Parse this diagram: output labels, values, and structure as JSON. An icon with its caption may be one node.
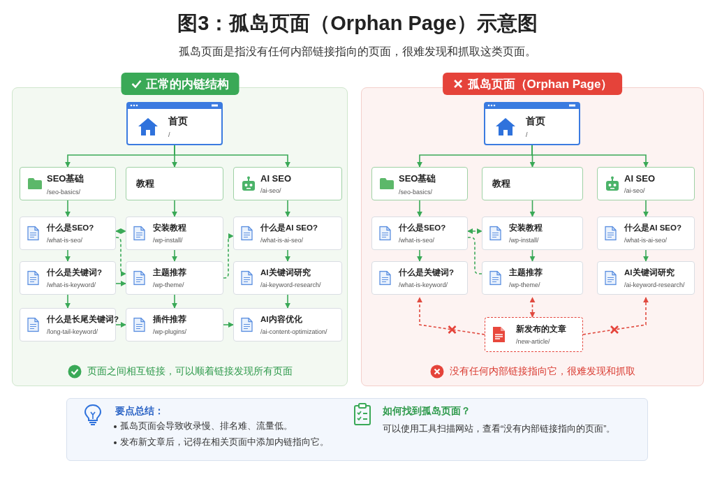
{
  "diagram": {
    "title": "图3：孤岛页面（Orphan Page）示意图",
    "caption": "孤岛页面是指没有任何内部链接指向的页面，很难发现和抓取这类页面。",
    "nodes": [
      {
        "text": [
          "正常的内链结构",
          "页面之间相互链接，可以顺着链接发现所有页面"
        ]
      },
      {
        "text": [
          "首页",
          "/"
        ],
        "in": 0
      },
      {
        "text": [
          "SEO基础",
          "/seo-basics/"
        ],
        "in": 0
      },
      {
        "text": [
          "教程"
        ],
        "in": 0
      },
      {
        "text": [
          "AI SEO",
          "/ai-seo/"
        ],
        "in": 0
      },
      {
        "text": [
          "什么是SEO?",
          "/what-is-seo/"
        ],
        "in": 0
      },
      {
        "text": [
          "安装教程",
          "/wp-install/"
        ],
        "in": 0
      },
      {
        "text": [
          "什么是AI SEO?",
          "/what-is-ai-seo/"
        ],
        "in": 0
      },
      {
        "text": [
          "什么是关键词?",
          "/what-is-keyword/"
        ],
        "in": 0
      },
      {
        "text": [
          "主题推荐",
          "/wp-theme/"
        ],
        "in": 0
      },
      {
        "text": [
          "AI关键词研究",
          "/ai-keyword-research/"
        ],
        "in": 0
      },
      {
        "text": [
          "什么是长尾关键词?",
          "/long-tail-keyword/"
        ],
        "in": 0
      },
      {
        "text": [
          "插件推荐",
          "/wp-plugins/"
        ],
        "in": 0
      },
      {
        "text": [
          "AI内容优化",
          "/ai-content-optimization/"
        ],
        "in": 0
      },
      {
        "text": [
          "孤岛页面（Orphan Page）",
          "没有任何内部链接指向它，很难发现和抓取"
        ]
      },
      {
        "text": [
          "首页",
          "/"
        ],
        "in": 14
      },
      {
        "text": [
          "SEO基础",
          "/seo-basics/"
        ],
        "in": 14
      },
      {
        "text": [
          "教程"
        ],
        "in": 14
      },
      {
        "text": [
          "AI SEO",
          "/ai-seo/"
        ],
        "in": 14
      },
      {
        "text": [
          "什么是SEO?",
          "/what-is-seo/"
        ],
        "in": 14
      },
      {
        "text": [
          "安装教程",
          "/wp-install/"
        ],
        "in": 14
      },
      {
        "text": [
          "什么是AI SEO?",
          "/what-is-ai-seo/"
        ],
        "in": 14
      },
      {
        "text": [
          "什么是关键词?",
          "/what-is-keyword/"
        ],
        "in": 14
      },
      {
        "text": [
          "主题推荐",
          "/wp-theme/"
        ],
        "in": 14
      },
      {
        "text": [
          "AI关键词研究",
          "/ai-keyword-research/"
        ],
        "in": 14
      },
      {
        "text": [
          "新发布的文章",
          "/new-article/"
        ],
        "in": 14
      }
    ],
    "edges": [
      {
        "from": 1,
        "to": 2,
        "arrow": "to"
      },
      {
        "from": 1,
        "to": 3,
        "arrow": "to"
      },
      {
        "from": 1,
        "to": 4,
        "arrow": "to"
      },
      {
        "from": 2,
        "to": 5,
        "arrow": "to"
      },
      {
        "from": 3,
        "to": 6,
        "arrow": "to"
      },
      {
        "from": 4,
        "to": 7,
        "arrow": "to"
      },
      {
        "from": 5,
        "to": 8,
        "arrow": "to"
      },
      {
        "from": 6,
        "to": 9,
        "arrow": "to"
      },
      {
        "from": 7,
        "to": 10,
        "arrow": "to"
      },
      {
        "from": 8,
        "to": 11,
        "arrow": "to"
      },
      {
        "from": 9,
        "to": 12,
        "arrow": "to"
      },
      {
        "from": 10,
        "to": 13,
        "arrow": "to"
      },
      {
        "from": 11,
        "to": 12,
        "arrow": "to"
      },
      {
        "from": 12,
        "to": 13,
        "arrow": "to"
      },
      {
        "from": 5,
        "to": 6,
        "arrow": "both",
        "style": "dashed"
      },
      {
        "from": 5,
        "to": 9,
        "arrow": "to",
        "style": "dashed"
      },
      {
        "from": 9,
        "to": 7,
        "arrow": "to",
        "style": "dashed"
      },
      {
        "from": 8,
        "to": 9,
        "arrow": "to"
      },
      {
        "from": 15,
        "to": 16,
        "arrow": "to"
      },
      {
        "from": 15,
        "to": 17,
        "arrow": "to"
      },
      {
        "from": 15,
        "to": 18,
        "arrow": "to"
      },
      {
        "from": 16,
        "to": 19,
        "arrow": "to"
      },
      {
        "from": 17,
        "to": 20,
        "arrow": "to"
      },
      {
        "from": 18,
        "to": 21,
        "arrow": "to"
      },
      {
        "from": 19,
        "to": 22,
        "arrow": "to"
      },
      {
        "from": 20,
        "to": 23,
        "arrow": "to"
      },
      {
        "from": 21,
        "to": 24,
        "arrow": "to"
      },
      {
        "from": 19,
        "to": 20,
        "arrow": "both",
        "style": "dashed"
      },
      {
        "from": 19,
        "to": 23,
        "arrow": "none",
        "style": "dashed"
      },
      {
        "from": 25,
        "to": 22,
        "arrow": "to",
        "style": "dashed",
        "color": "#e04a3f"
      },
      {
        "from": 25,
        "to": 23,
        "arrow": "both",
        "style": "dashed",
        "color": "#e04a3f"
      },
      {
        "from": 25,
        "to": 24,
        "arrow": "to",
        "style": "dashed",
        "color": "#e04a3f"
      }
    ],
    "labels": [
      "要点总结：",
      "孤岛页面会导致收录慢、排名难、流量低。",
      "发布新文章后，记得在相关页面中添加内链指向它。",
      "如何找到孤岛页面？",
      "可以使用工具扫描网站，查看“没有内部链接指向的页面”。"
    ]
  }
}
